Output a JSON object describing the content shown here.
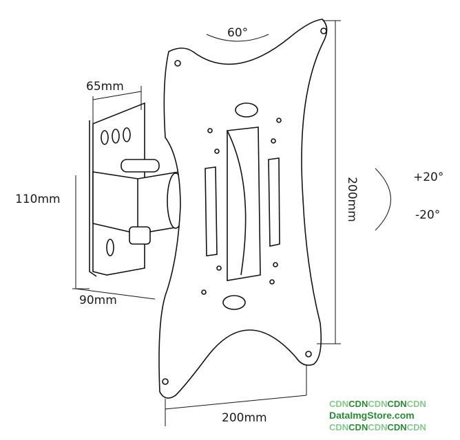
{
  "labels": {
    "rotation": "60°",
    "depth_top": "65mm",
    "height_bracket": "110mm",
    "depth_bottom": "90mm",
    "vesa_vertical": "200mm",
    "tilt_up": "+20°",
    "tilt_down": "-20°",
    "vesa_horizontal": "200mm"
  },
  "watermark": {
    "line1": [
      "CDN",
      "CDN",
      "CDN",
      "CDN",
      "CDN"
    ],
    "line2": "DataImgStore.com",
    "line3": [
      "CDN",
      "CDN",
      "CDN",
      "CDN",
      "CDN"
    ]
  }
}
